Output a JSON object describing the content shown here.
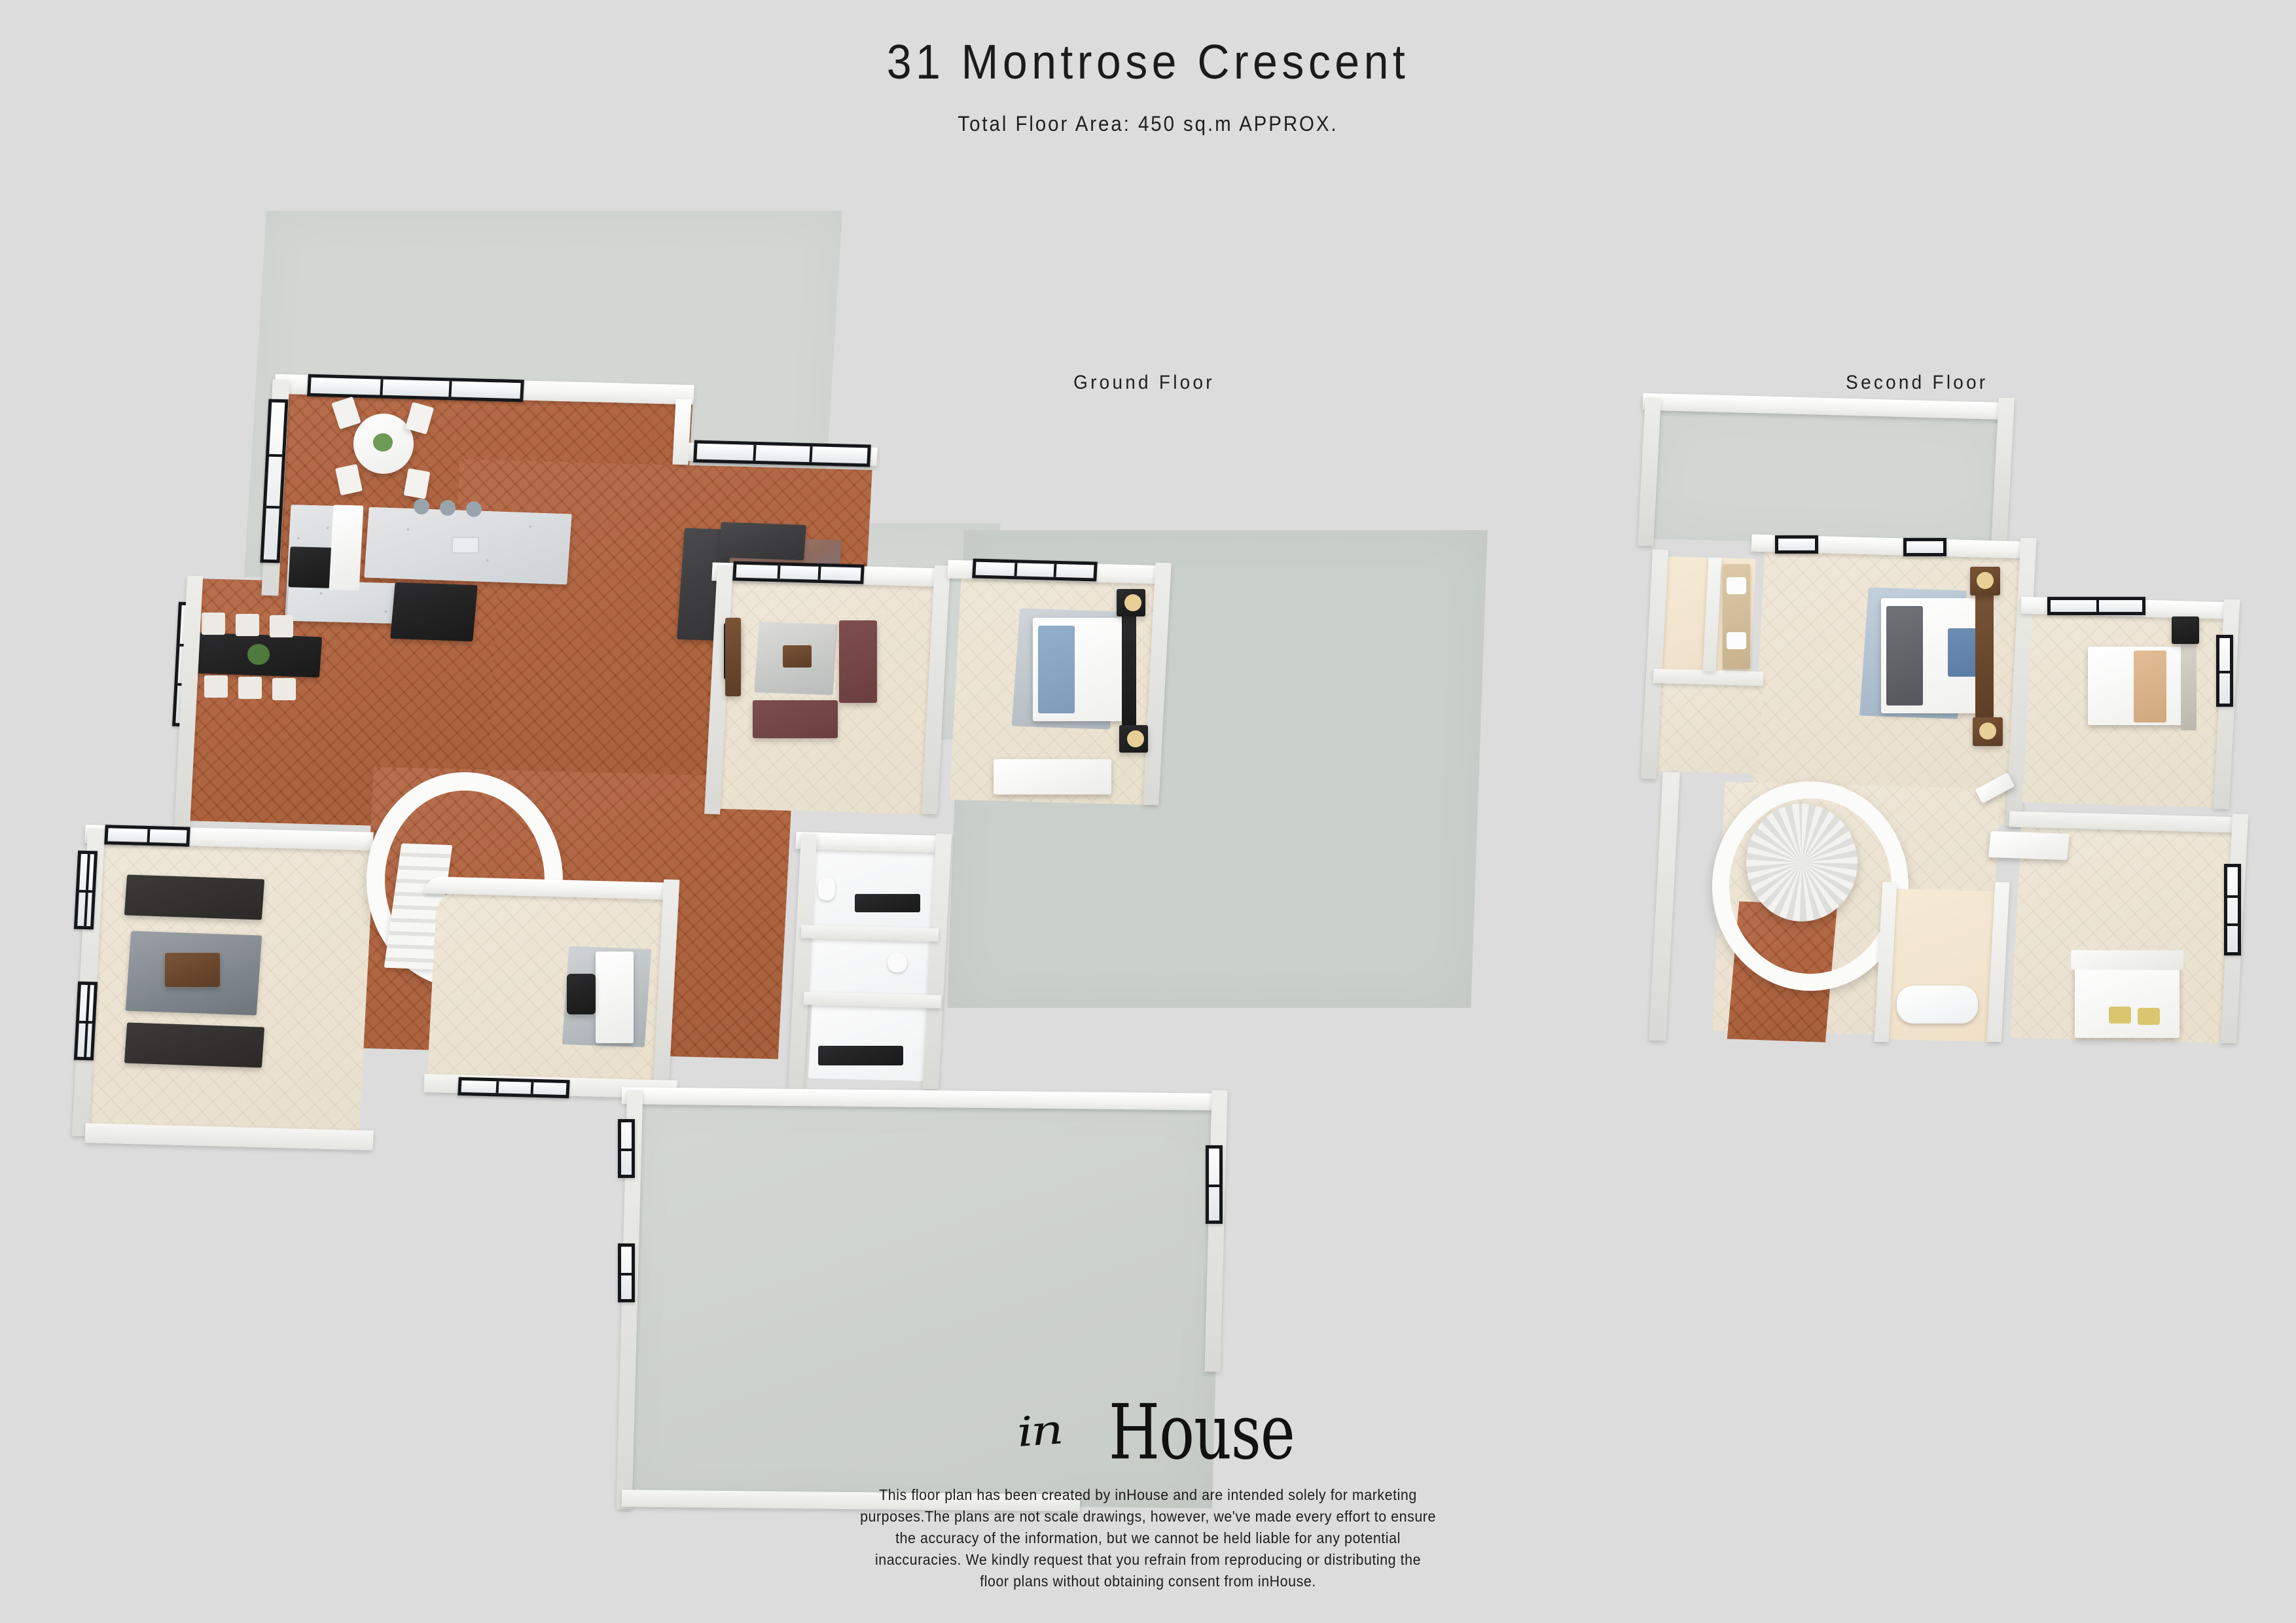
{
  "header": {
    "title": "31 Montrose Crescent",
    "subtitle": "Total Floor Area: 450 sq.m APPROX."
  },
  "floors": [
    {
      "id": "ground",
      "label": "Ground Floor"
    },
    {
      "id": "second",
      "label": "Second Floor"
    }
  ],
  "footer": {
    "logo_in": "in",
    "logo_house": "House",
    "disclaimer_lines": [
      "This floor plan has been created by inHouse and are intended solely for marketing",
      "purposes.The plans are not scale drawings, however, we've made every effort to ensure",
      "the accuracy of the information, but we cannot be held liable for any potential",
      "inaccuracies. We kindly request that you refrain from reproducing or distributing the",
      "floor plans without obtaining consent from inHouse."
    ]
  },
  "colors": {
    "background": "#dcdcdc",
    "text": "#1b1b1b",
    "wall": "#ffffff",
    "wood_floor": "#a8572f",
    "carpet": "#e9dfcd",
    "slab": "#ccd2cd",
    "window_frame": "#15171a"
  },
  "ground_floor": {
    "rooms": [
      {
        "name": "terrace",
        "type": "outdoor-slab",
        "flooring": "paving"
      },
      {
        "name": "kitchen-dining",
        "type": "kitchen",
        "flooring": "herringbone-wood"
      },
      {
        "name": "breakfast-nook",
        "type": "dining",
        "flooring": "herringbone-wood"
      },
      {
        "name": "family-lounge",
        "type": "lounge",
        "flooring": "herringbone-wood"
      },
      {
        "name": "formal-dining",
        "type": "dining",
        "flooring": "herringbone-wood"
      },
      {
        "name": "formal-living-room",
        "type": "living",
        "flooring": "carpet"
      },
      {
        "name": "entrance-hall",
        "type": "hall",
        "flooring": "herringbone-wood"
      },
      {
        "name": "study-office",
        "type": "office",
        "flooring": "carpet"
      },
      {
        "name": "tv-room",
        "type": "living",
        "flooring": "carpet"
      },
      {
        "name": "guest-bedroom",
        "type": "bedroom",
        "flooring": "carpet"
      },
      {
        "name": "guest-ensuite",
        "type": "bathroom",
        "flooring": "marble"
      },
      {
        "name": "cloakroom",
        "type": "bathroom",
        "flooring": "marble"
      },
      {
        "name": "shower-room",
        "type": "bathroom",
        "flooring": "marble"
      },
      {
        "name": "garage",
        "type": "garage",
        "flooring": "screed"
      }
    ]
  },
  "second_floor": {
    "rooms": [
      {
        "name": "roof-terrace",
        "type": "outdoor-slab",
        "flooring": "paving"
      },
      {
        "name": "master-bedroom",
        "type": "bedroom",
        "flooring": "carpet"
      },
      {
        "name": "master-ensuite",
        "type": "bathroom",
        "flooring": "marble"
      },
      {
        "name": "walk-in-wardrobe",
        "type": "dressing",
        "flooring": "carpet"
      },
      {
        "name": "landing",
        "type": "hall",
        "flooring": "herringbone-wood"
      },
      {
        "name": "bedroom-two",
        "type": "bedroom",
        "flooring": "carpet"
      },
      {
        "name": "bedroom-three",
        "type": "bedroom",
        "flooring": "carpet"
      },
      {
        "name": "family-bathroom",
        "type": "bathroom",
        "flooring": "marble"
      },
      {
        "name": "spiral-staircase",
        "type": "stairs",
        "flooring": "carpet"
      }
    ]
  }
}
